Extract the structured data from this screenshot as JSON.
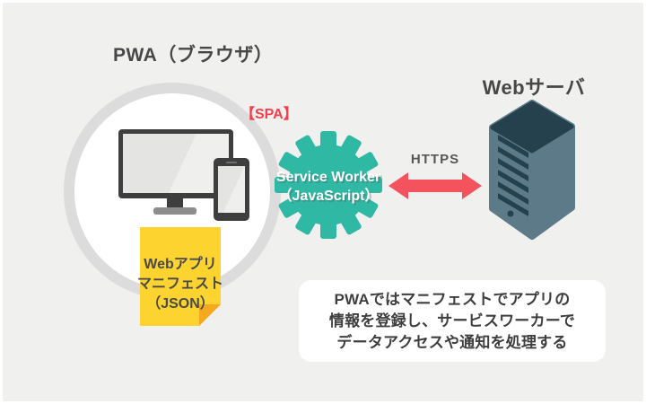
{
  "browser": {
    "title": "PWA（ブラウザ）",
    "spa_label": "【SPA】"
  },
  "service_worker": {
    "name": "Service Worker",
    "runtime": "（JavaScript）"
  },
  "connection": {
    "protocol": "HTTPS"
  },
  "server": {
    "title": "Webサーバ"
  },
  "manifest_note": {
    "lines": [
      "Webアプリ",
      "マニフェスト",
      "（JSON）"
    ]
  },
  "caption": {
    "lines": [
      "PWAではマニフェストでアプリの",
      "情報を登録し、サービスワーカーで",
      "データアクセスや通知を処理する"
    ]
  },
  "icons": {
    "monitor": "monitor-icon",
    "smartphone": "smartphone-icon",
    "gear": "gear-icon",
    "arrow": "double-headed-arrow-icon",
    "server": "server-tower-icon",
    "note": "sticky-note-icon"
  },
  "colors": {
    "background": "#F0F0EE",
    "circle_ring": "#DCDCDC",
    "teal": "#2FB8A3",
    "arrow_red": "#F4535E",
    "spa_red": "#F4404C",
    "note_yellow": "#FCD32F",
    "note_fold_orange": "#F6A81F",
    "server_body": "#5D7A88",
    "server_top": "#26414E",
    "device_frame": "#3E3E3E",
    "text_dark": "#474747"
  }
}
